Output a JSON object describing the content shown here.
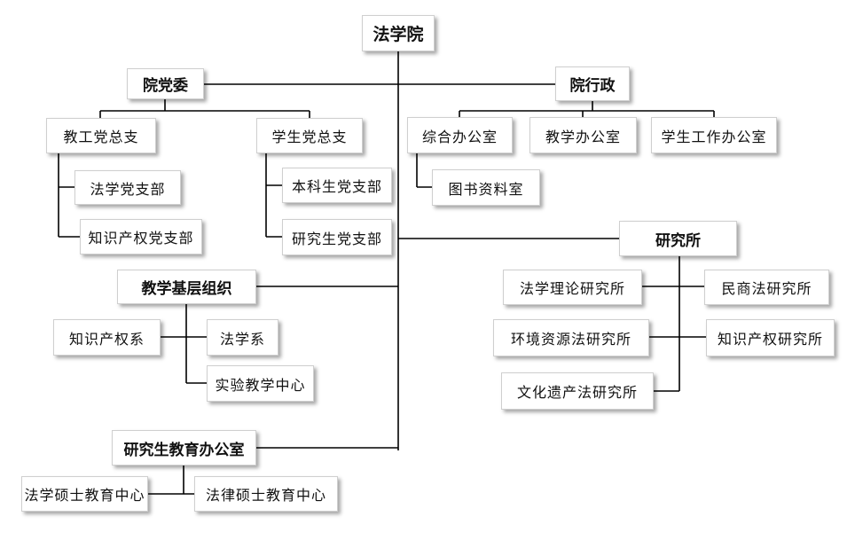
{
  "root": "法学院",
  "party": {
    "label": "院党委",
    "staff_branch": "教工党总支",
    "staff_sub": [
      "法学党支部",
      "知识产权党支部"
    ],
    "student_branch": "学生党总支",
    "student_sub": [
      "本科生党支部",
      "研究生党支部"
    ]
  },
  "admin": {
    "label": "院行政",
    "offices": [
      "综合办公室",
      "教学办公室",
      "学生工作办公室"
    ],
    "library": "图书资料室"
  },
  "teaching": {
    "label": "教学基层组织",
    "units": [
      "知识产权系",
      "法学系",
      "实验教学中心"
    ]
  },
  "research": {
    "label": "研究所",
    "institutes": [
      "法学理论研究所",
      "民商法研究所",
      "环境资源法研究所",
      "知识产权研究所",
      "文化遗产法研究所"
    ]
  },
  "graduate": {
    "label": "研究生教育办公室",
    "centers": [
      "法学硕士教育中心",
      "法律硕士教育中心"
    ]
  },
  "line_color": "#000000"
}
